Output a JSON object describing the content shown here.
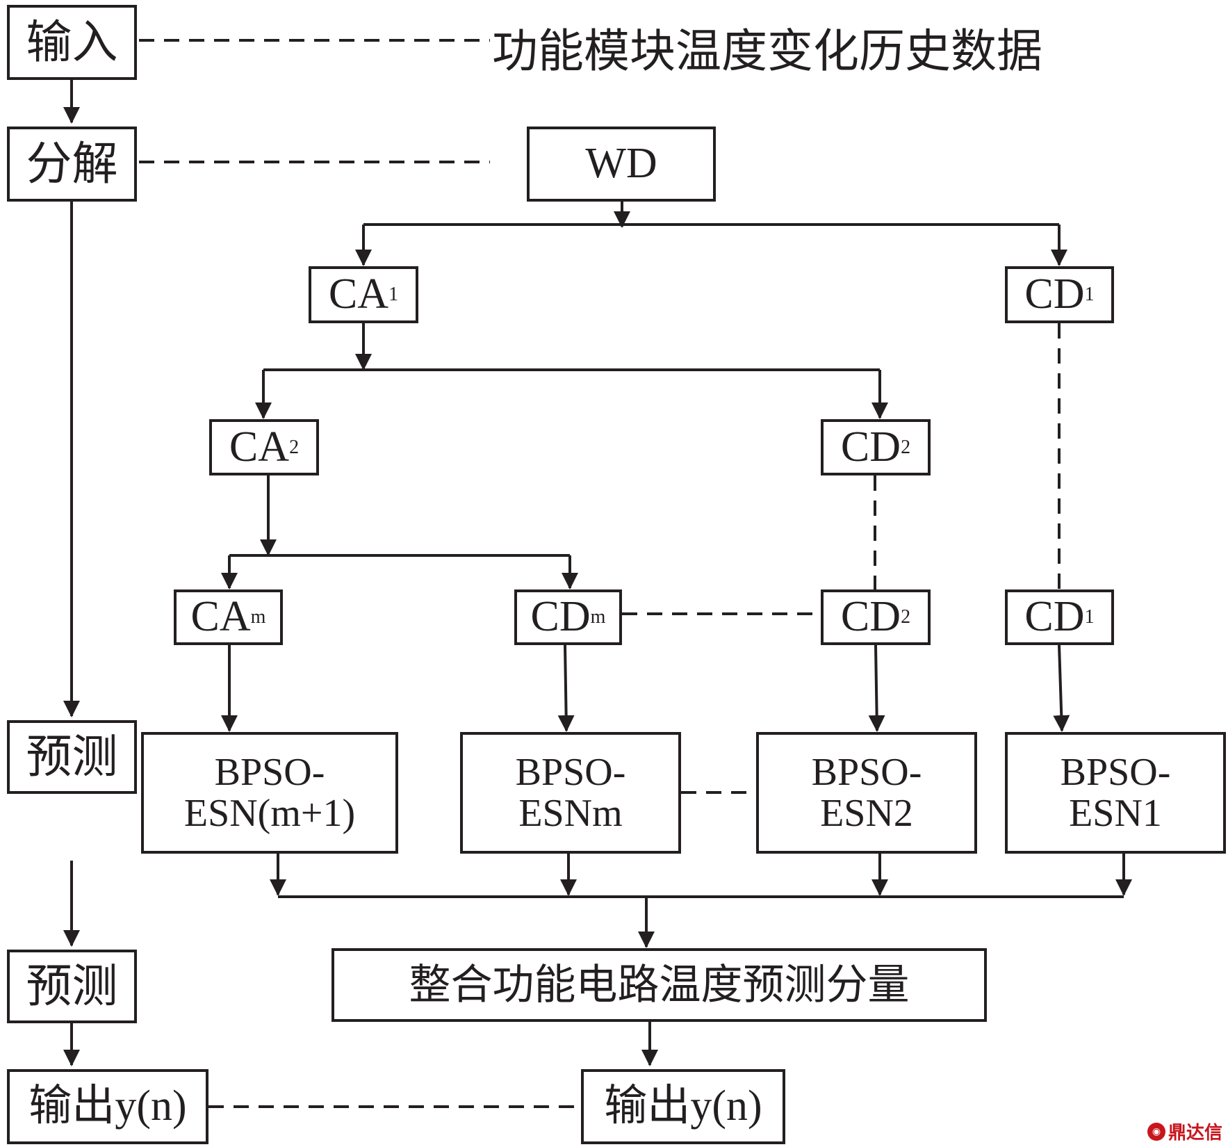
{
  "left_column": {
    "input": "输入",
    "decompose": "分解",
    "predict1": "预测",
    "predict2": "预测",
    "output": "输出y(n)"
  },
  "input_data": "功能模块温度变化历史数据",
  "wd": "WD",
  "coefficients": {
    "ca1": {
      "base": "CA",
      "sub": "1"
    },
    "cd1": {
      "base": "CD",
      "sub": "1"
    },
    "ca2": {
      "base": "CA",
      "sub": "2"
    },
    "cd2": {
      "base": "CD",
      "sub": "2"
    },
    "cam": {
      "base": "CA",
      "sub": "m"
    },
    "cdm": {
      "base": "CD",
      "sub": "m"
    },
    "cd2b": {
      "base": "CD",
      "sub": "2"
    },
    "cd1b": {
      "base": "CD",
      "sub": "1"
    }
  },
  "models": [
    {
      "line1": "BPSO-",
      "line2": "ESN(m+1)"
    },
    {
      "line1": "BPSO-",
      "line2": "ESNm"
    },
    {
      "line1": "BPSO-",
      "line2": "ESN2"
    },
    {
      "line1": "BPSO-",
      "line2": "ESN1"
    }
  ],
  "integrate": "整合功能电路温度预测分量",
  "output_right": "输出y(n)",
  "watermark": "鼎达信",
  "colors": {
    "ink": "#231f20",
    "watermark": "#c8161d"
  }
}
